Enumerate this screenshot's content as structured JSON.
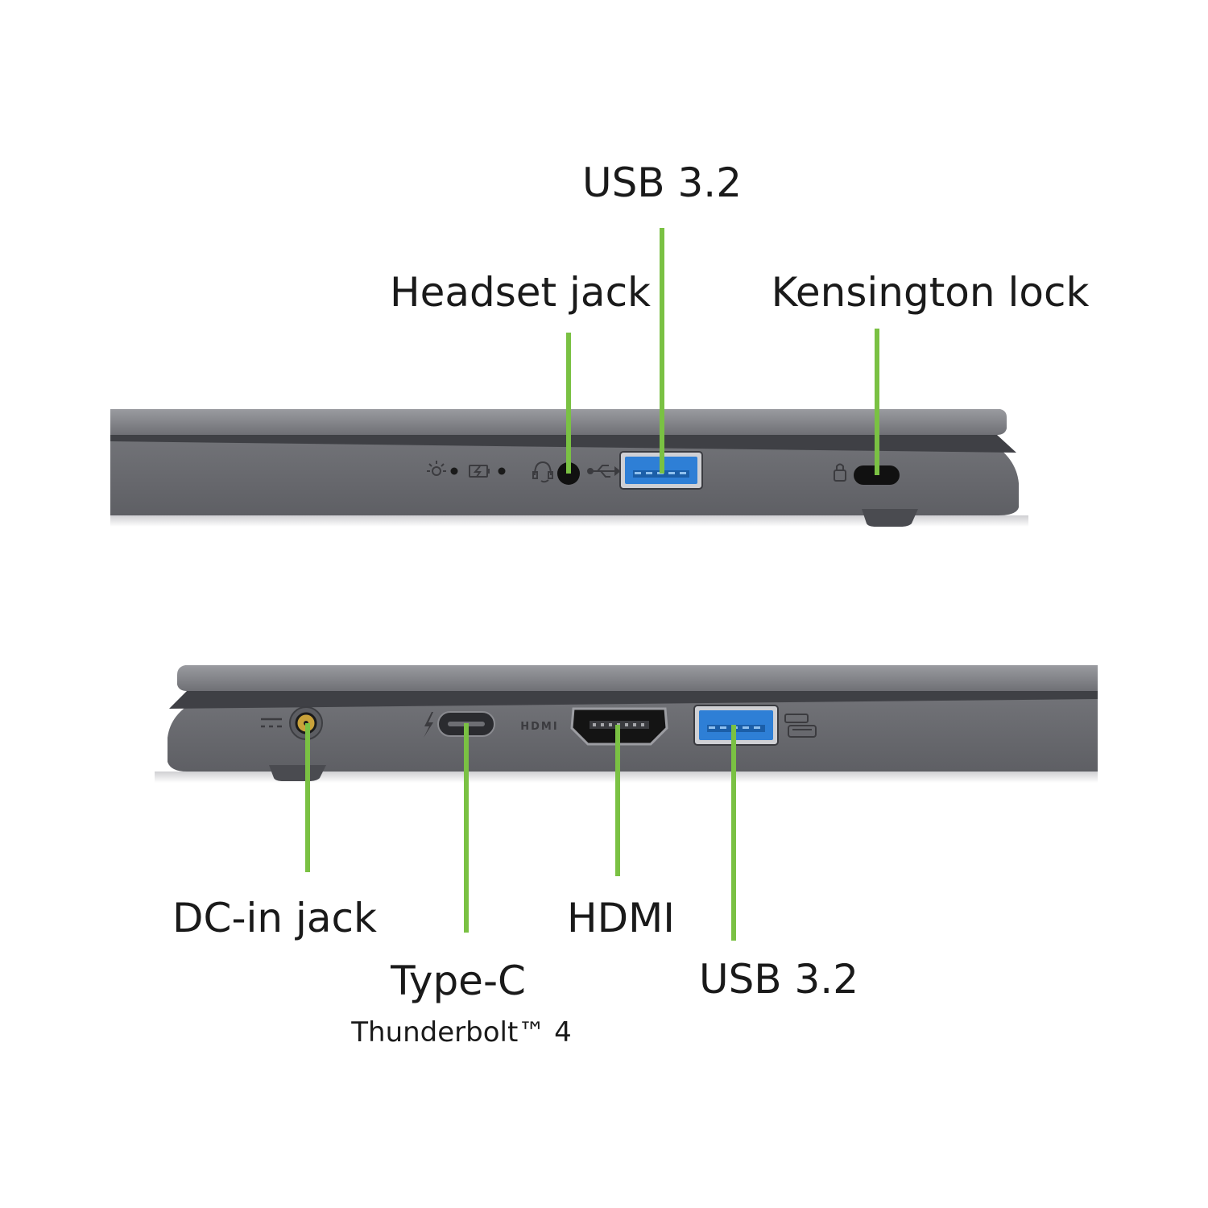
{
  "colors": {
    "callout_line": "#7ac143",
    "chassis": "#6d6e73",
    "chassis_light": "#8a8b90",
    "chassis_dark": "#4a4b50",
    "usb_blue": "#2e7fd6",
    "port_black": "#111111"
  },
  "right_side": {
    "labels": {
      "headset": "Headset jack",
      "usb": "USB 3.2",
      "kensington": "Kensington lock"
    }
  },
  "left_side": {
    "labels": {
      "dc_in": "DC-in jack",
      "type_c": "Type-C",
      "type_c_sub": "Thunderbolt™ 4",
      "hdmi": "HDMI",
      "usb": "USB 3.2"
    },
    "hdmi_mark": "HDMI"
  },
  "icons": {
    "brightness": "activity-light-icon",
    "battery": "battery-charge-icon",
    "headset": "headset-icon",
    "usb_symbol": "usb-symbol-icon",
    "lock": "lock-icon",
    "dc": "dc-power-icon",
    "thunderbolt": "thunderbolt-icon",
    "usb_logo": "usb-logo-icon"
  }
}
